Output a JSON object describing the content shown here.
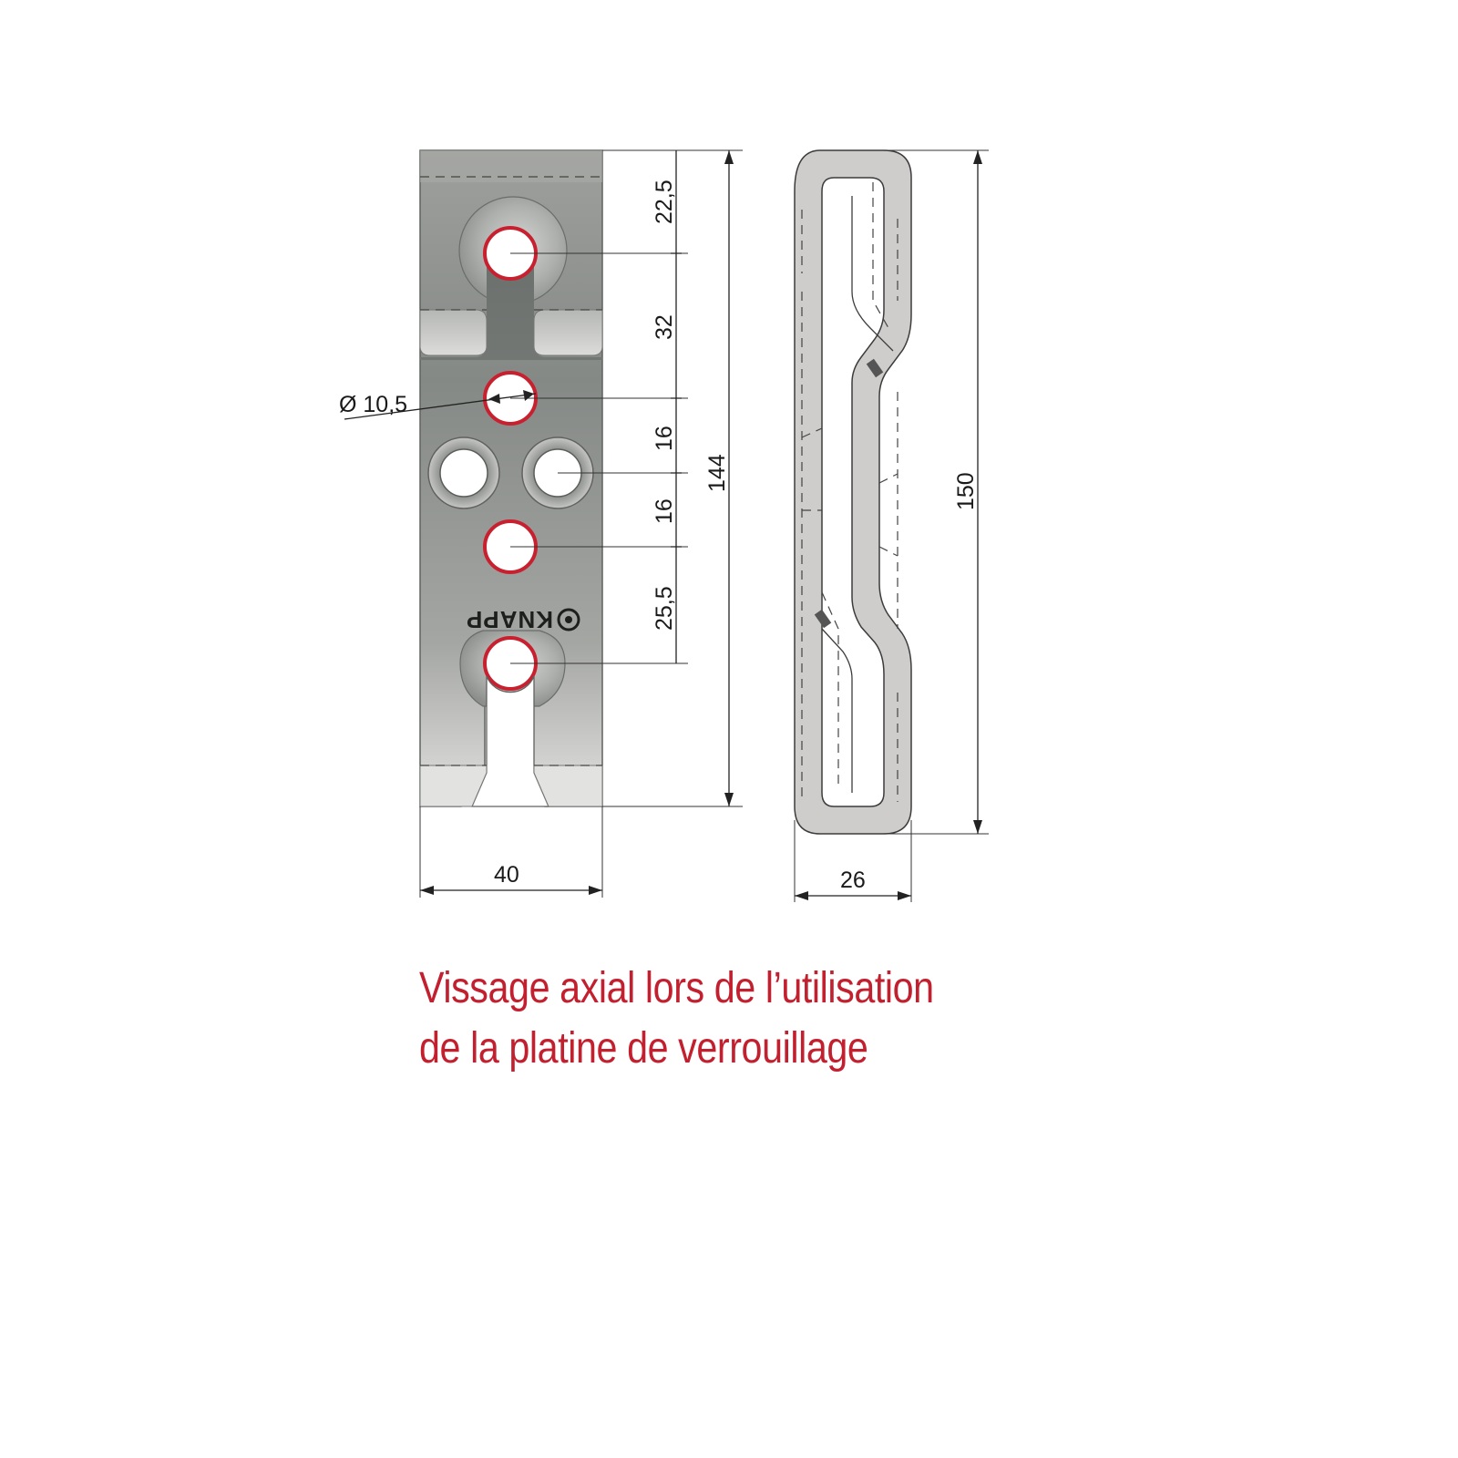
{
  "brand": {
    "logo_text": "KNAPP",
    "logo_mark": "circle-emblem"
  },
  "front_view": {
    "dimensions": {
      "hole_diameter": "Ø 10,5",
      "top_offset": "22,5",
      "pitch_1": "32",
      "pitch_2": "16",
      "pitch_3": "16",
      "pitch_4": "25,5",
      "overall_height": "144",
      "width": "40"
    }
  },
  "side_view": {
    "dimensions": {
      "overall_height": "150",
      "depth": "26"
    }
  },
  "caption": {
    "line1": "Vissage axial lors de l’utilisation",
    "line2": "de la platine de verrouillage"
  },
  "colors": {
    "highlight_ring": "#c8202f",
    "caption": "#c2202f",
    "plate_steel": "#8e918d",
    "side_profile": "#cfcdcb"
  }
}
